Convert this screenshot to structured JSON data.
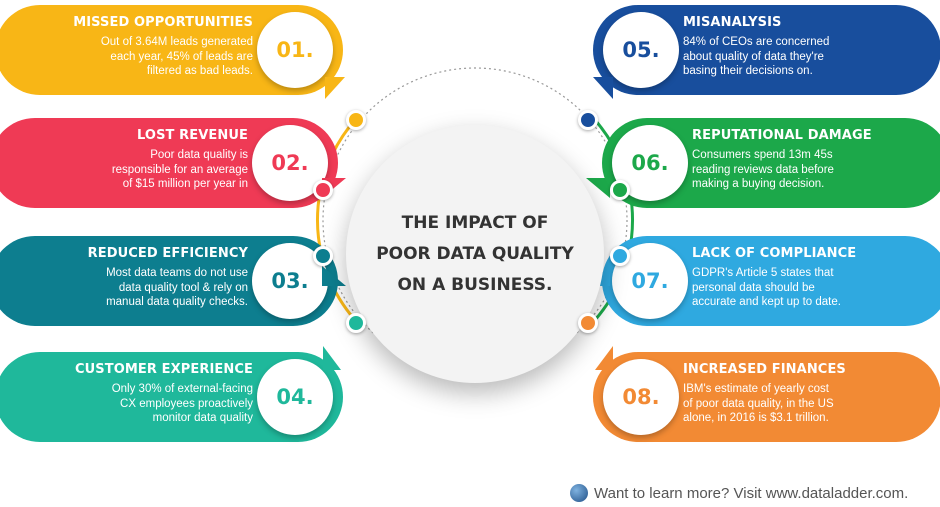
{
  "center": {
    "title_lines": [
      "THE IMPACT OF",
      "POOR DATA QUALITY",
      "ON A BUSINESS."
    ]
  },
  "items": [
    {
      "number": "01.",
      "title": "MISSED OPPORTUNITIES",
      "lines": [
        "Out of 3.64M leads generated",
        "each year, 45% of leads are",
        "filtered as bad leads."
      ],
      "color": "#f8b616"
    },
    {
      "number": "02.",
      "title": "LOST REVENUE",
      "lines": [
        "Poor data quality is",
        "responsible for an average",
        "of $15 million per year in"
      ],
      "color": "#ef3a55"
    },
    {
      "number": "03.",
      "title": "REDUCED EFFICIENCY",
      "lines": [
        "Most data teams do not use",
        "data quality tool & rely on",
        "manual data quality checks."
      ],
      "color": "#0d7e8f"
    },
    {
      "number": "04.",
      "title": "CUSTOMER EXPERIENCE",
      "lines": [
        "Only 30% of external-facing",
        "CX employees proactively",
        "monitor data quality"
      ],
      "color": "#1fb89b"
    },
    {
      "number": "05.",
      "title": "MISANALYSIS",
      "lines": [
        "84% of CEOs are concerned",
        "about quality of data they're",
        "basing their decisions on."
      ],
      "color": "#184e9d"
    },
    {
      "number": "06.",
      "title": "REPUTATIONAL DAMAGE",
      "lines": [
        "Consumers spend 13m 45s",
        "reading reviews data before",
        "making a buying decision."
      ],
      "color": "#1ca84a"
    },
    {
      "number": "07.",
      "title": "LACK OF COMPLIANCE",
      "lines": [
        "GDPR's Article 5 states that",
        "personal data should be",
        "accurate and kept up to date."
      ],
      "color": "#2fa9e0"
    },
    {
      "number": "08.",
      "title": "INCREASED FINANCES",
      "lines": [
        "IBM's estimate of yearly cost",
        "of poor data quality, in the US",
        "alone, in 2016 is $3.1 trillion."
      ],
      "color": "#f28a34"
    }
  ],
  "footer": {
    "text": "Want to learn more? Visit www.dataladder.com."
  }
}
